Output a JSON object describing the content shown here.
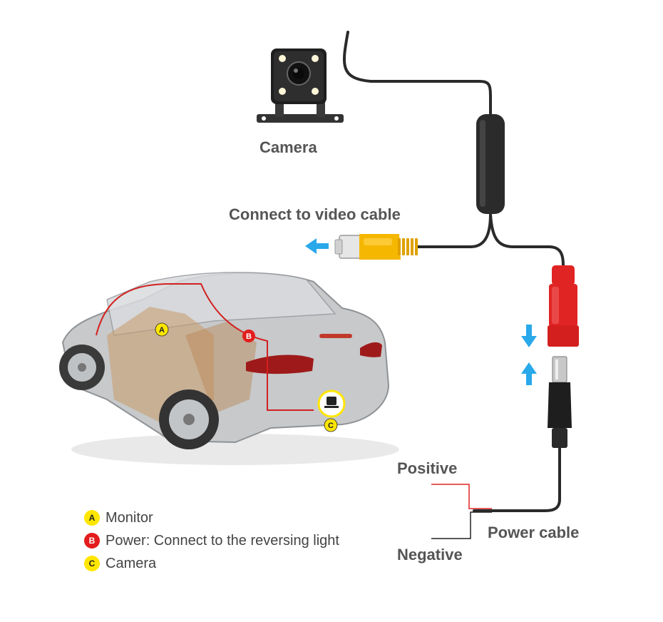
{
  "labels": {
    "camera": "Camera",
    "video": "Connect to video cable",
    "positive": "Positive",
    "negative": "Negative",
    "power_cable": "Power cable"
  },
  "car_markers": {
    "a": "A",
    "b": "B",
    "c": "C"
  },
  "legend": [
    {
      "badge": "A",
      "text": "Monitor",
      "color": "#ffe600",
      "text_color": "#222222"
    },
    {
      "badge": "B",
      "text": "Power: Connect to the reversing light",
      "color": "#e31d1d",
      "text_color": "#ffffff"
    },
    {
      "badge": "C",
      "text": "Camera",
      "color": "#ffe600",
      "text_color": "#222222"
    }
  ],
  "colors": {
    "cable": "#2a2a2a",
    "arrow": "#29a9ea",
    "rca_yellow": "#f5b700",
    "dc_red": "#e02424",
    "positive_wire": "#e02424",
    "reverse_wire": "#d32020"
  },
  "icons": [
    "camera-icon",
    "rca-plug-icon",
    "dc-female-plug-icon",
    "dc-male-plug-icon",
    "arrow-left-icon",
    "arrow-down-icon",
    "arrow-up-icon",
    "car-illustration"
  ]
}
